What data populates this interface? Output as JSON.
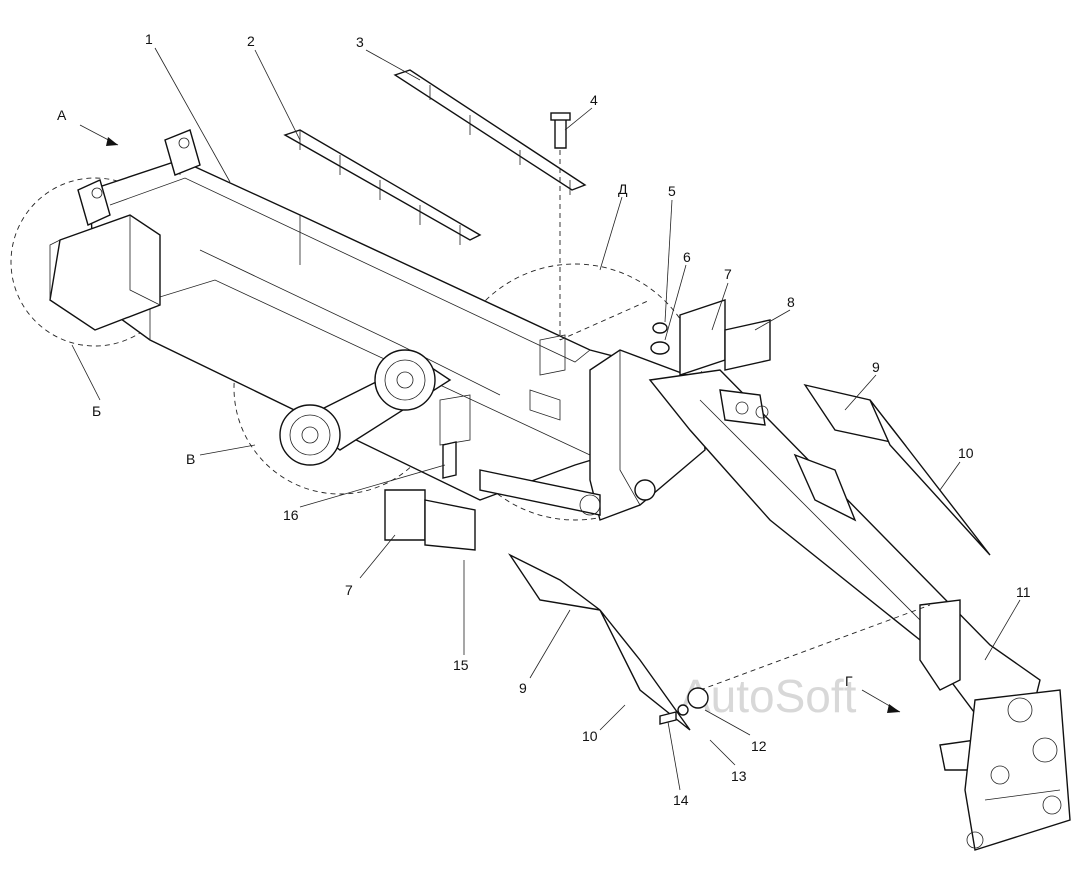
{
  "diagram": {
    "watermark": "AutoSoft",
    "view_labels": {
      "A": "А",
      "B": "Б",
      "V": "В",
      "G": "Г",
      "D": "Д"
    },
    "callouts": {
      "c1": "1",
      "c2": "2",
      "c3": "3",
      "c4": "4",
      "c5": "5",
      "c6": "6",
      "c7a": "7",
      "c7b": "7",
      "c8": "8",
      "c9a": "9",
      "c9b": "9",
      "c10a": "10",
      "c10b": "10",
      "c11": "11",
      "c12": "12",
      "c13": "13",
      "c14": "14",
      "c15": "15",
      "c16": "16"
    }
  }
}
